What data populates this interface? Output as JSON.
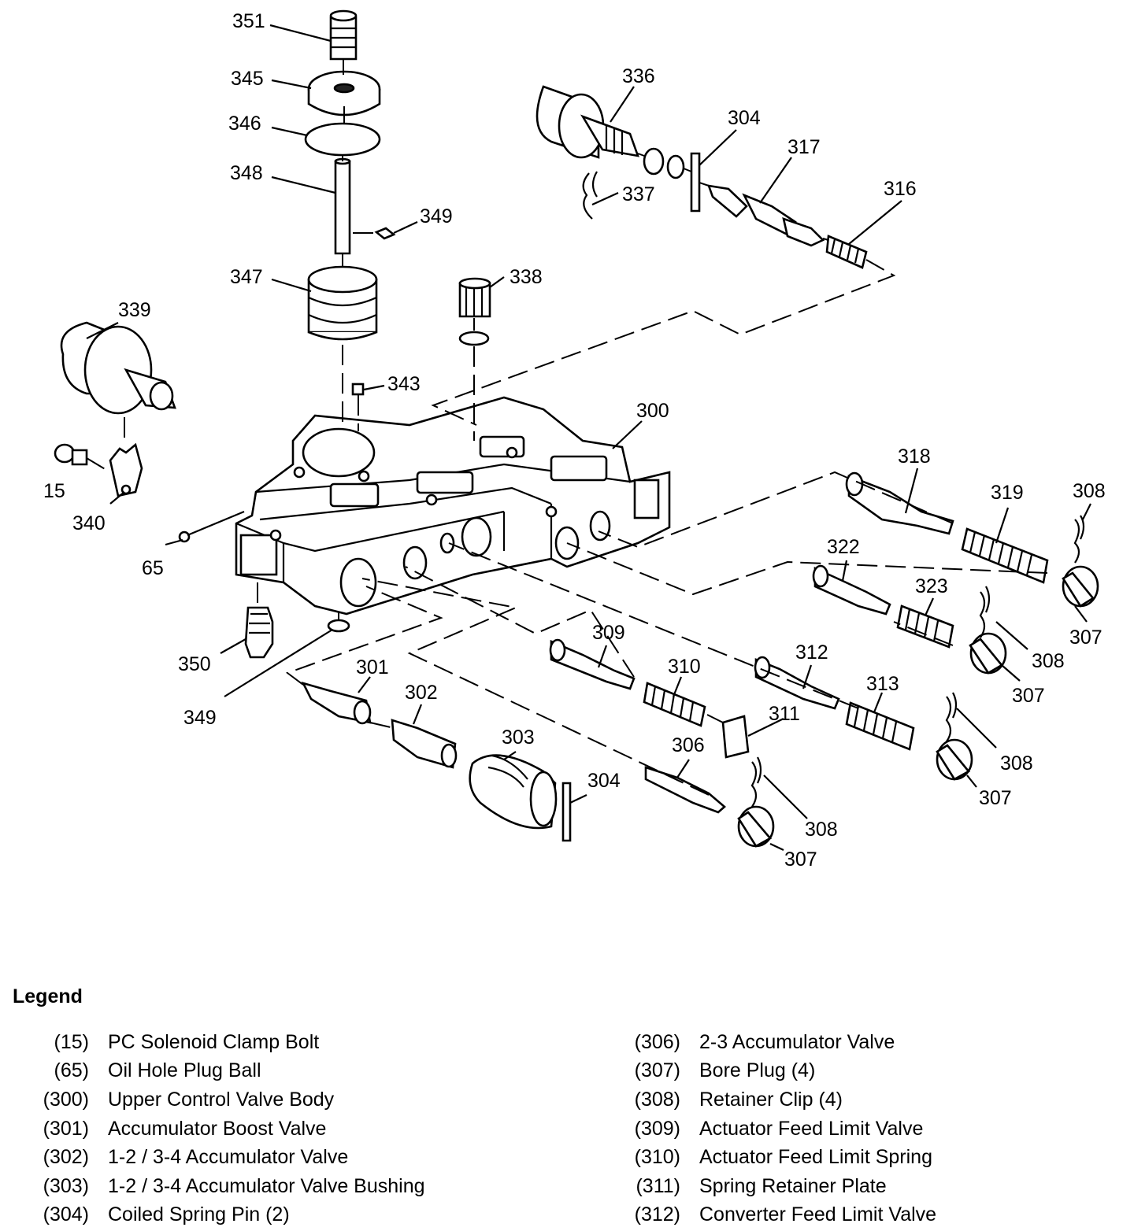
{
  "callouts": {
    "c351": "351",
    "c345": "345",
    "c346": "346",
    "c348": "348",
    "c349a": "349",
    "c347": "347",
    "c339": "339",
    "c15": "15",
    "c340": "340",
    "c65": "65",
    "c343": "343",
    "c338": "338",
    "c336": "336",
    "c337": "337",
    "c304a": "304",
    "c317": "317",
    "c316": "316",
    "c300": "300",
    "c318": "318",
    "c319": "319",
    "c308a": "308",
    "c307a": "307",
    "c322": "322",
    "c323": "323",
    "c308b": "308",
    "c307b": "307",
    "c309": "309",
    "c310": "310",
    "c312": "312",
    "c313": "313",
    "c311": "311",
    "c308c": "308",
    "c307c": "307",
    "c301": "301",
    "c302": "302",
    "c303": "303",
    "c304b": "304",
    "c306": "306",
    "c308d": "308",
    "c307d": "307",
    "c350": "350",
    "c349b": "349"
  },
  "legend": {
    "title": "Legend",
    "left": [
      {
        "num": "(15)",
        "desc": "PC Solenoid Clamp Bolt"
      },
      {
        "num": "(65)",
        "desc": "Oil Hole Plug Ball"
      },
      {
        "num": "(300)",
        "desc": "Upper Control Valve Body"
      },
      {
        "num": "(301)",
        "desc": "Accumulator Boost Valve"
      },
      {
        "num": "(302)",
        "desc": "1-2 / 3-4 Accumulator Valve"
      },
      {
        "num": "(303)",
        "desc": "1-2 / 3-4 Accumulator Valve Bushing"
      },
      {
        "num": "(304)",
        "desc": "Coiled Spring Pin (2)"
      }
    ],
    "right": [
      {
        "num": "(306)",
        "desc": "2-3 Accumulator Valve"
      },
      {
        "num": "(307)",
        "desc": "Bore Plug (4)"
      },
      {
        "num": "(308)",
        "desc": "Retainer Clip (4)"
      },
      {
        "num": "(309)",
        "desc": "Actuator Feed Limit Valve"
      },
      {
        "num": "(310)",
        "desc": "Actuator Feed Limit Spring"
      },
      {
        "num": "(311)",
        "desc": "Spring Retainer Plate"
      },
      {
        "num": "(312)",
        "desc": "Converter Feed Limit Valve"
      }
    ]
  }
}
